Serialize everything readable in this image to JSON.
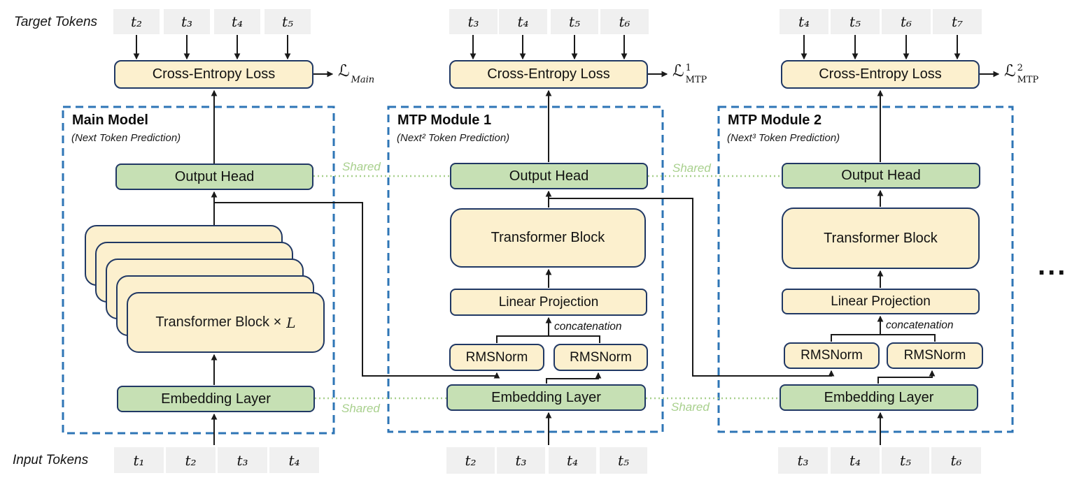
{
  "rows": {
    "target_label": "Target Tokens",
    "input_label": "Input Tokens"
  },
  "shared_label": "Shared",
  "concat_label": "concatenation",
  "ellipsis": "...",
  "colors": {
    "box_yellow": "#fcf0ce",
    "box_green": "#c6e0b4",
    "token_gray": "#f0f0f0",
    "border_navy": "#203864",
    "dashed_blue": "#2e75b6",
    "shared_green": "#a8d08d",
    "line_black": "#1a1a1a"
  },
  "modules": [
    {
      "title": "Main Model",
      "subtitle": "(Next Token Prediction)",
      "target_tokens": [
        "t₂",
        "t₃",
        "t₄",
        "t₅"
      ],
      "input_tokens": [
        "t₁",
        "t₂",
        "t₃",
        "t₄"
      ],
      "cross_entropy_label": "Cross-Entropy Loss",
      "loss": {
        "symbol": "ℒ",
        "sup": "",
        "sub": "Main"
      },
      "output_head_label": "Output Head",
      "transformer_stack_label": "Transformer Block ×",
      "transformer_stack_var": "L",
      "embedding_label": "Embedding Layer"
    },
    {
      "title": "MTP Module 1",
      "subtitle": "(Next² Token Prediction)",
      "target_tokens": [
        "t₃",
        "t₄",
        "t₅",
        "t₆"
      ],
      "input_tokens": [
        "t₂",
        "t₃",
        "t₄",
        "t₅"
      ],
      "cross_entropy_label": "Cross-Entropy Loss",
      "loss": {
        "symbol": "ℒ",
        "sup": "1",
        "sub": "MTP"
      },
      "output_head_label": "Output Head",
      "transformer_label": "Transformer Block",
      "linear_label": "Linear Projection",
      "rmsnorm_left": "RMSNorm",
      "rmsnorm_right": "RMSNorm",
      "embedding_label": "Embedding Layer"
    },
    {
      "title": "MTP Module 2",
      "subtitle": "(Next³ Token Prediction)",
      "target_tokens": [
        "t₄",
        "t₅",
        "t₆",
        "t₇"
      ],
      "input_tokens": [
        "t₃",
        "t₄",
        "t₅",
        "t₆"
      ],
      "cross_entropy_label": "Cross-Entropy Loss",
      "loss": {
        "symbol": "ℒ",
        "sup": "2",
        "sub": "MTP"
      },
      "output_head_label": "Output Head",
      "transformer_label": "Transformer Block",
      "linear_label": "Linear Projection",
      "rmsnorm_left": "RMSNorm",
      "rmsnorm_right": "RMSNorm",
      "embedding_label": "Embedding Layer"
    }
  ]
}
